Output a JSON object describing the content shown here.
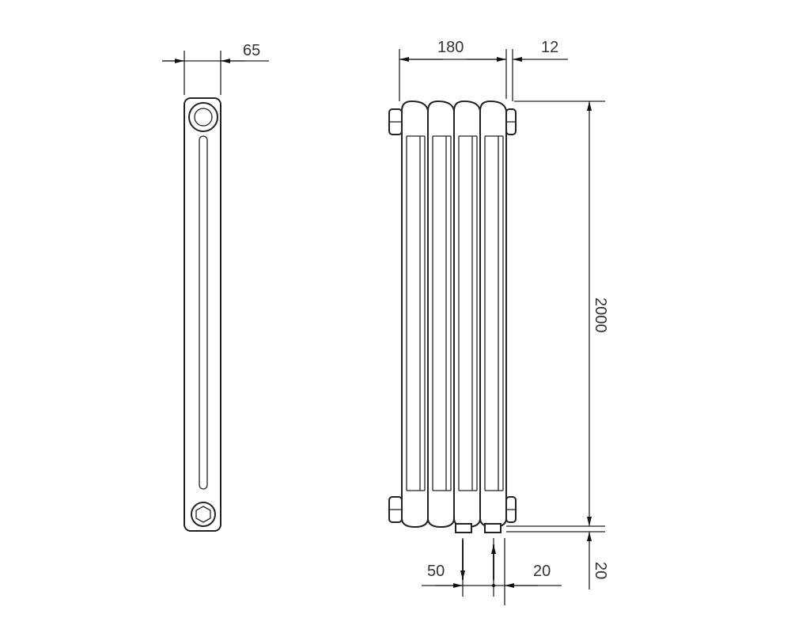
{
  "title": "Radiator dimension drawing",
  "side_view": {
    "depth_label": "65"
  },
  "front_view": {
    "width_label": "180",
    "offset_label": "12",
    "height_label": "2000",
    "bottom_clearance_label": "20",
    "pipe_spacing_label": "50",
    "pipe_offset_label": "20",
    "columns": 4
  },
  "colors": {
    "line": "#222222",
    "background": "#ffffff"
  }
}
